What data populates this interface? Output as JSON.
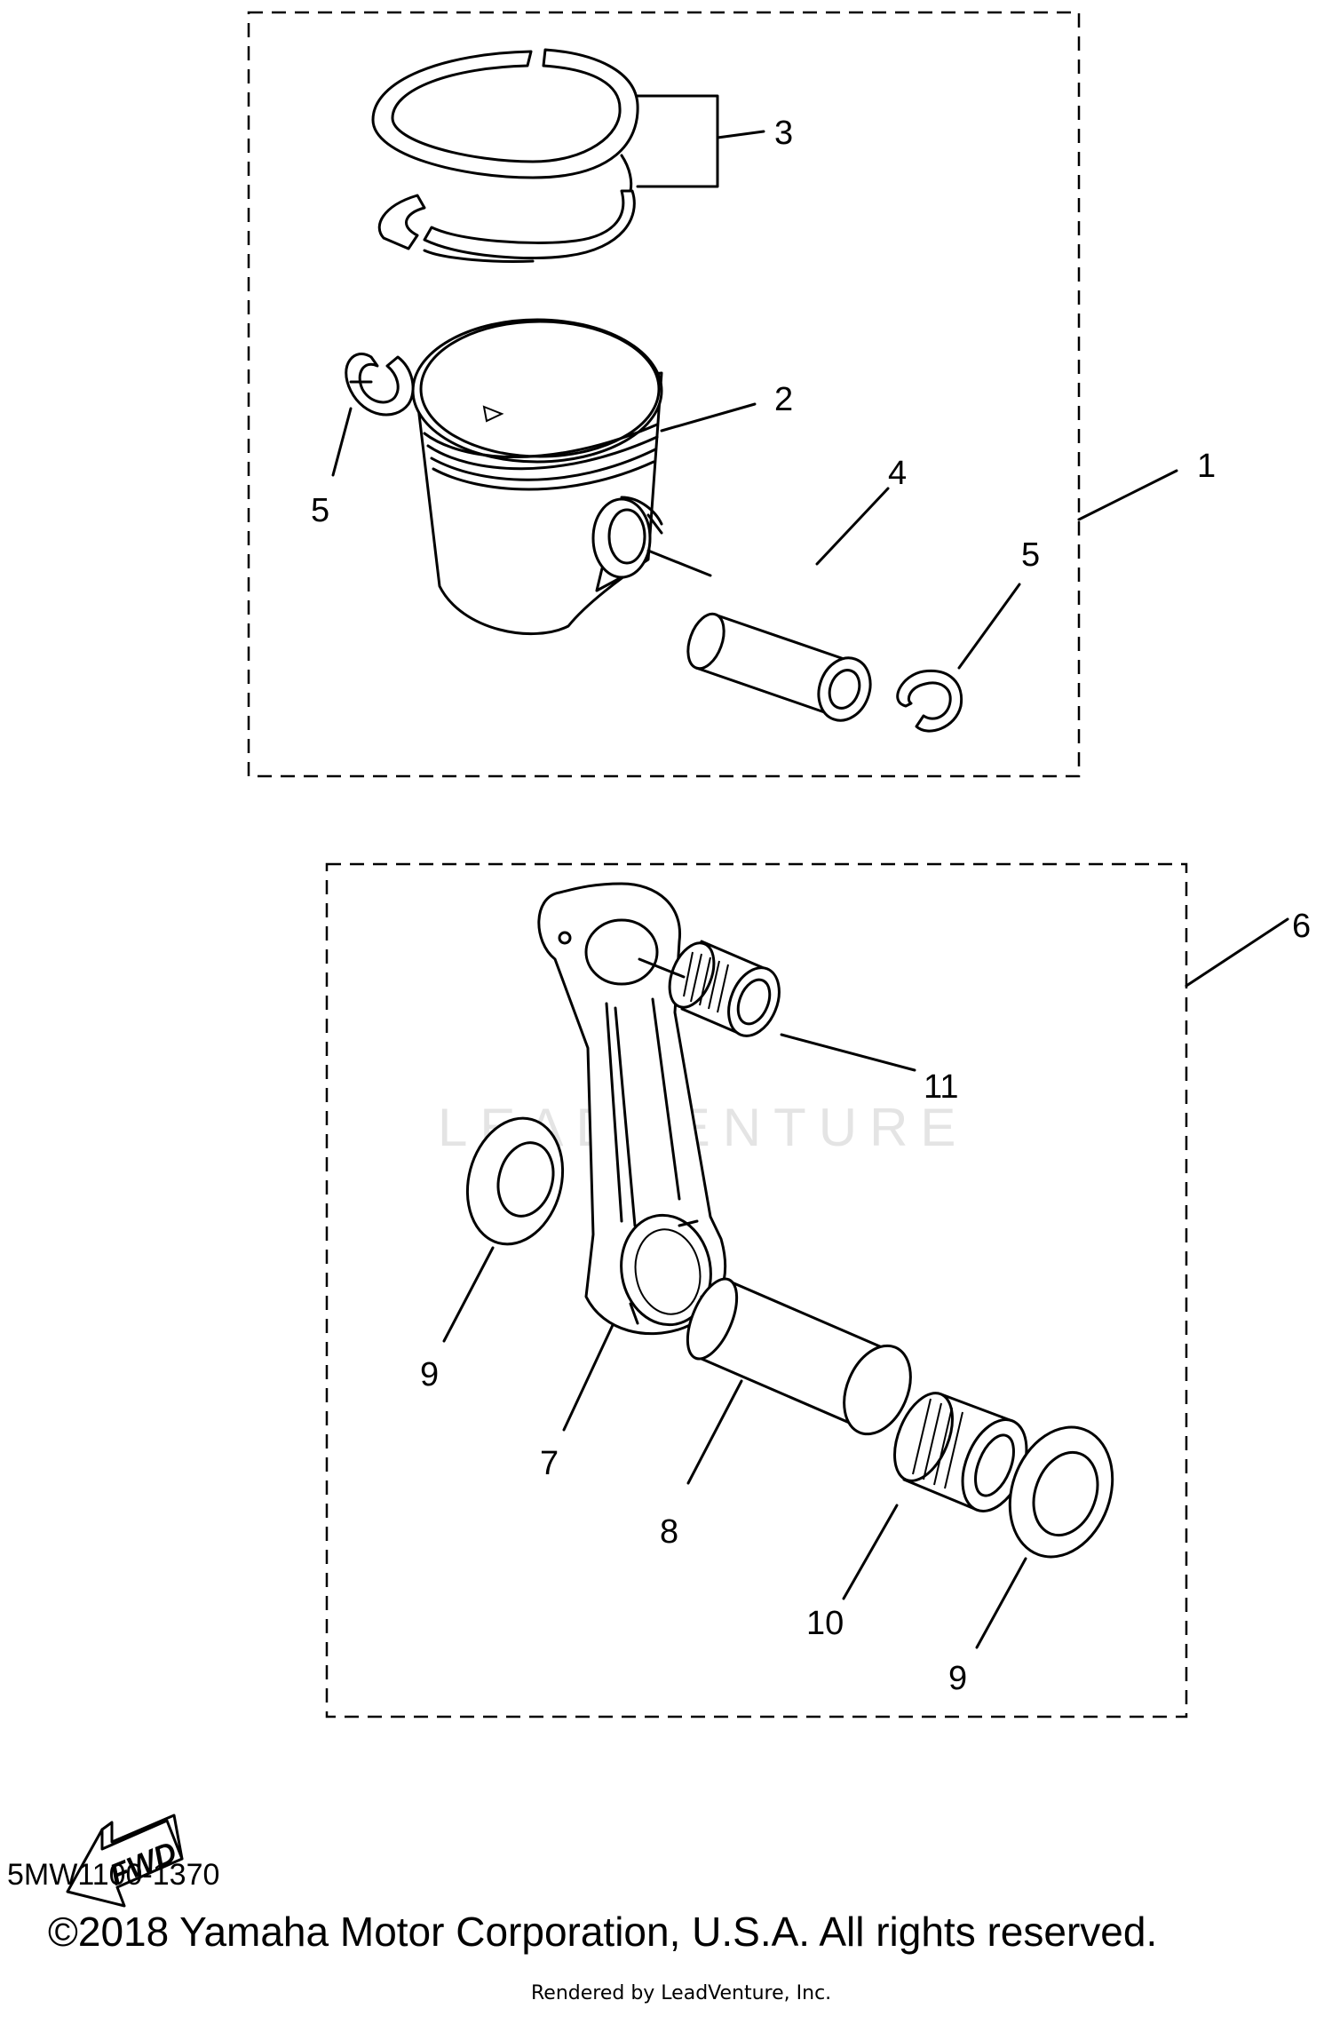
{
  "callouts": {
    "c1": "1",
    "c2": "2",
    "c3": "3",
    "c4": "4",
    "c5a": "5",
    "c5b": "5",
    "c6": "6",
    "c7": "7",
    "c8": "8",
    "c9a": "9",
    "c9b": "9",
    "c10": "10",
    "c11": "11"
  },
  "fwd_label": "FWD",
  "watermark": "LEADVENTURE",
  "diagram_code": "5MW1100-1370",
  "copyright": "©2018 Yamaha Motor Corporation, U.S.A. All rights reserved.",
  "rendered_by": "Rendered by LeadVenture, Inc."
}
